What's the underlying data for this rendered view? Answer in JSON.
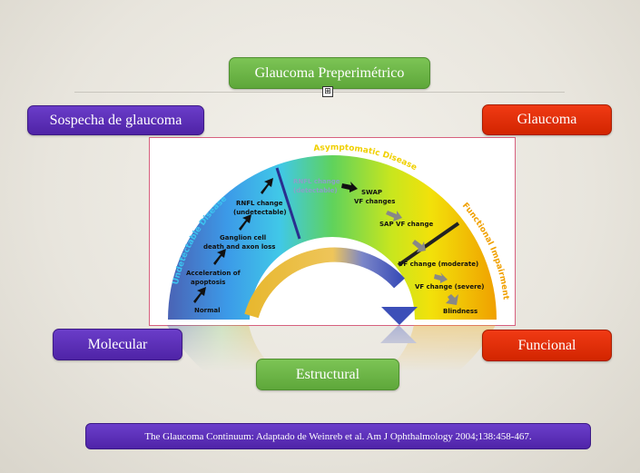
{
  "labels": {
    "preperimetric": "Glaucoma Preperimétrico",
    "suspect": "Sospecha de glaucoma",
    "glaucoma": "Glaucoma",
    "molecular": "Molecular",
    "functional": "Funcional",
    "structural": "Estructural"
  },
  "citation": "The Glaucoma Continuum: Adaptado de Weinreb et al. Am J Ophthalmology 2004;138:458-467.",
  "expand_symbol": "⊞",
  "diagram": {
    "arc_titles": {
      "undetectable": "Undetectable Disease",
      "asymptomatic": "Asymptomatic Disease",
      "functional": "Functional Impairment"
    },
    "stages": {
      "normal": "Normal",
      "acceleration": "Acceleration of",
      "apoptosis": "apoptosis",
      "ganglion1": "Ganglion cell",
      "ganglion2": "death and axon loss",
      "rnfl_undet1": "RNFL change",
      "rnfl_undet2": "(undetectable)",
      "rnfl_det1": "RNFL change",
      "rnfl_det2": "(detectable)",
      "swap": "SWAP",
      "vf_changes": "VF changes",
      "sap": "SAP VF change",
      "vf_moderate": "VF change (moderate)",
      "vf_severe": "VF change (severe)",
      "blindness": "Blindness"
    },
    "colors": {
      "blue": "#3b8fe0",
      "cyan": "#38c8f0",
      "green": "#5ed03c",
      "yellow": "#e8e20a",
      "orange": "#f0a500",
      "arrow_gold": "#e8b830",
      "arrow_blue": "#3c4fb8"
    }
  }
}
